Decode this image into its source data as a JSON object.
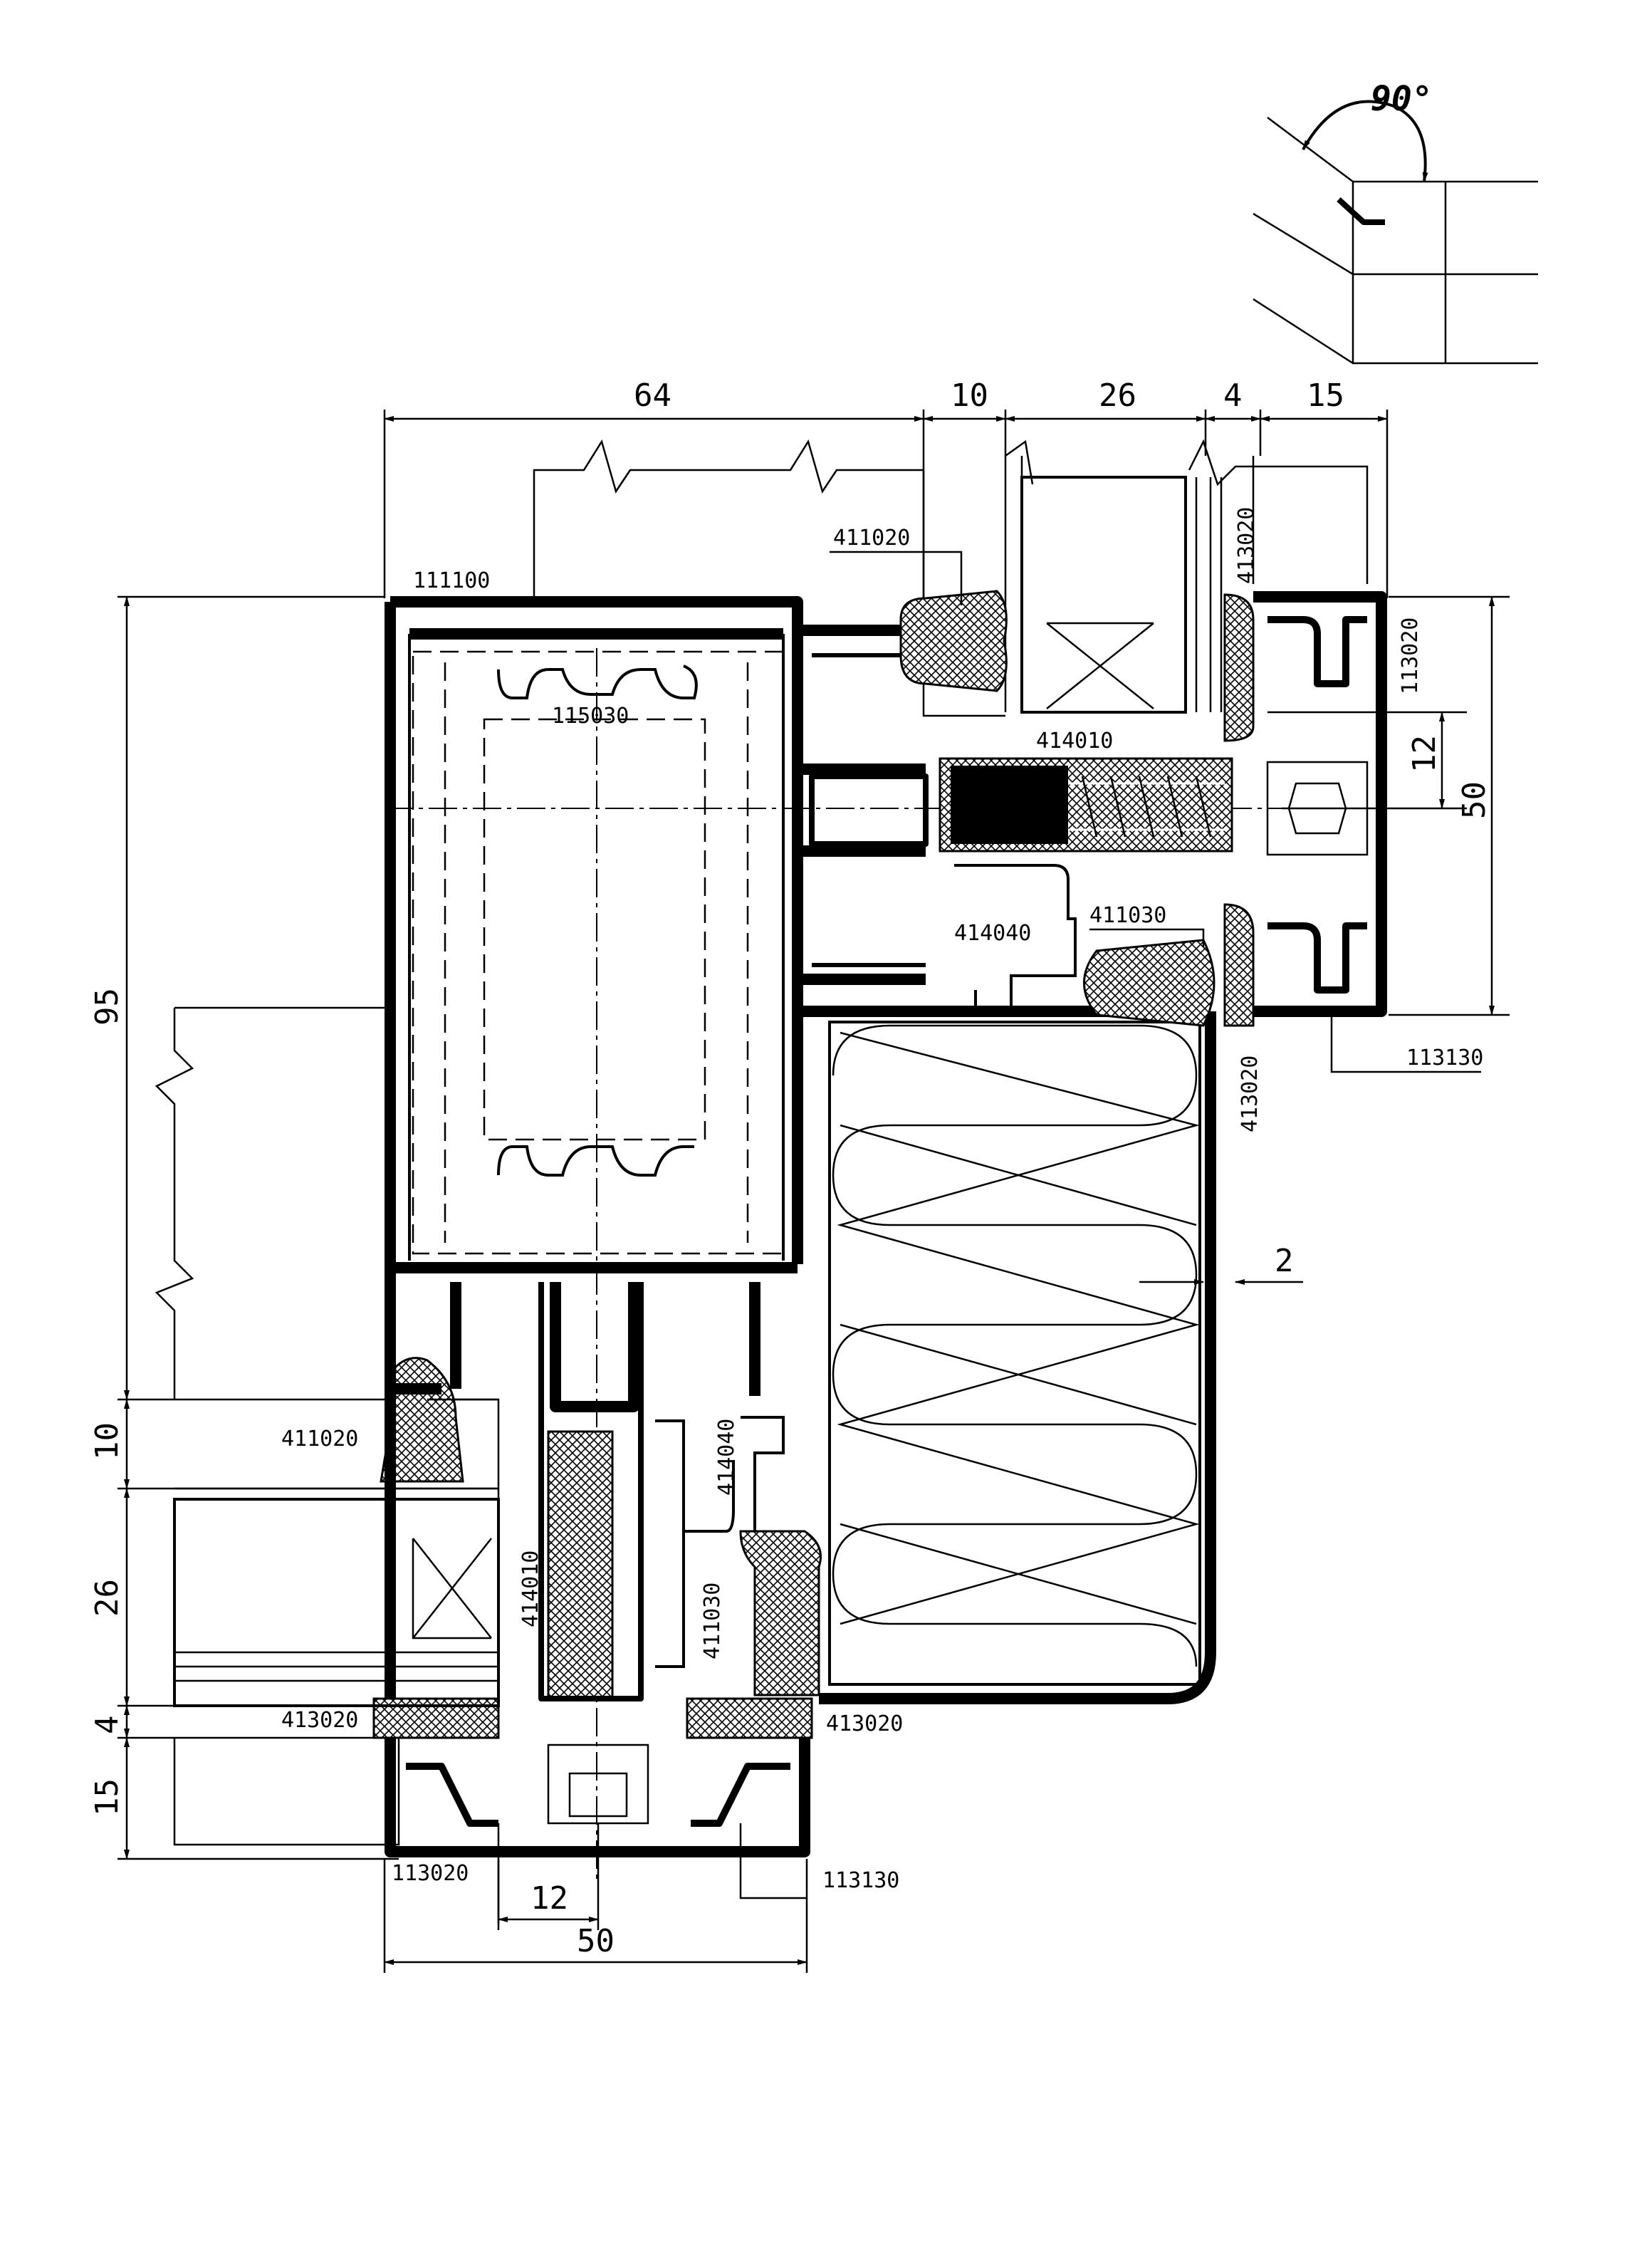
{
  "drawing": {
    "angle_label": "90°",
    "dimensions": {
      "top": [
        "64",
        "10",
        "26",
        "4",
        "15"
      ],
      "right": [
        "12",
        "50"
      ],
      "left": [
        "95",
        "10",
        "26",
        "4",
        "15"
      ],
      "bottom": [
        "12",
        "50"
      ],
      "gap": "2"
    },
    "parts": {
      "frame_profile": "111100",
      "insert_profile": "115030",
      "gasket_top_left": "411020",
      "gasket_top_right": "413020",
      "cover_top_right": "113020",
      "screw_right": "414010",
      "connector_right": "411030",
      "bracket_right": "414040",
      "gasket_right_lower": "413020",
      "cap_right": "113130",
      "gasket_left": "411020",
      "bracket_bottom": "414040",
      "screw_bottom": "414010",
      "connector_bottom": "411030",
      "gasket_bottom_left": "413020",
      "gasket_bottom_right": "413020",
      "cover_bottom": "113020",
      "cap_bottom": "113130"
    }
  }
}
